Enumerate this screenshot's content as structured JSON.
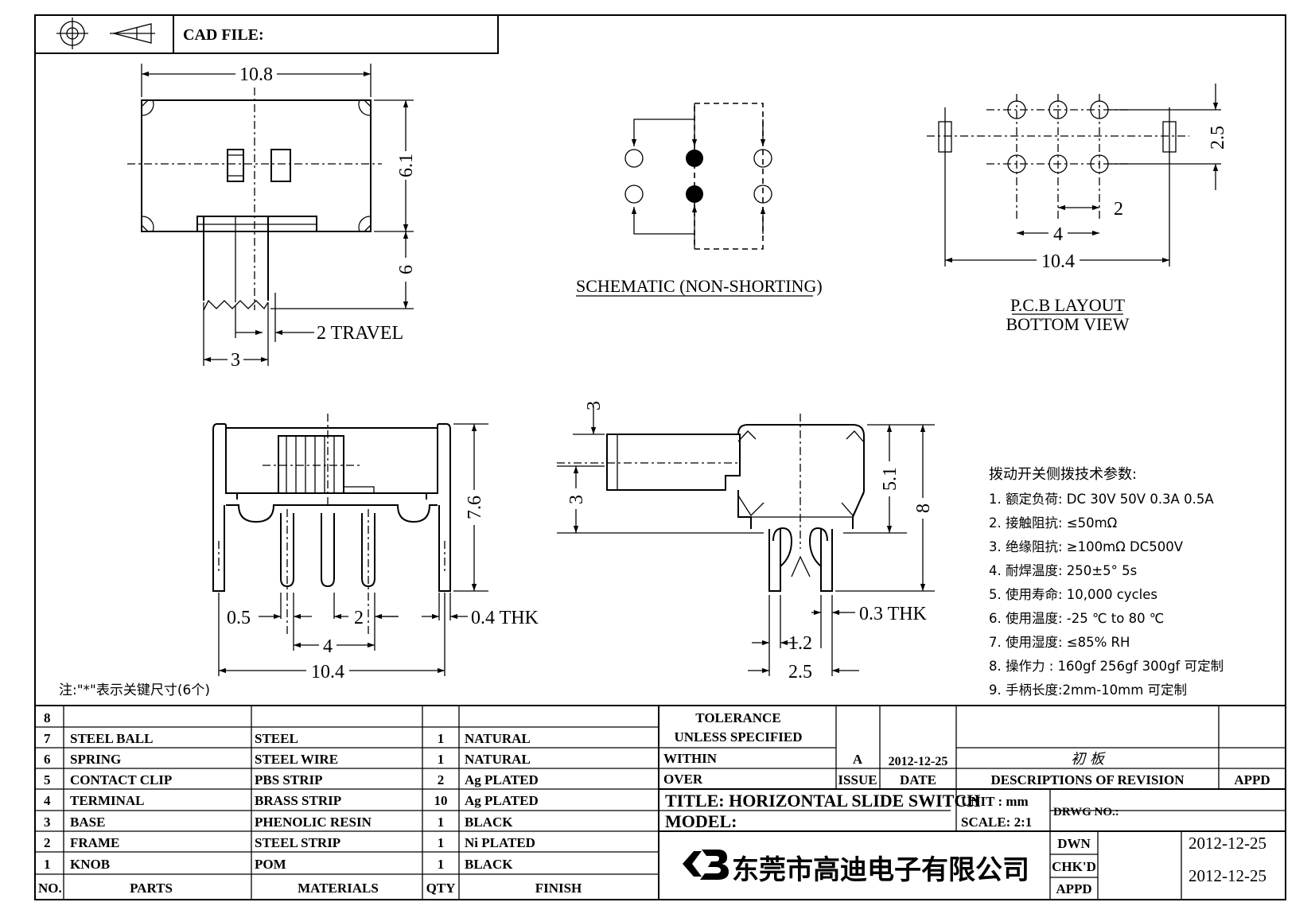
{
  "header": {
    "cad_file_label": "CAD FILE:"
  },
  "top_view": {
    "width_label": "10.8",
    "height_label": "6.1",
    "knob_length_label": "6",
    "travel_label": "2 TRAVEL",
    "knob_width_label": "3"
  },
  "schematic": {
    "caption": "SCHEMATIC (NON-SHORTING)"
  },
  "pcb_layout": {
    "pitch_v_label": "2.5",
    "pitch_h_label": "2",
    "span_label": "4",
    "total_label": "10.4",
    "caption_line1": "P.C.B LAYOUT",
    "caption_line2": "BOTTOM VIEW"
  },
  "front_view": {
    "height_label": "7.6",
    "pin_label": "0.5",
    "pitch_label": "2",
    "span_label": "4",
    "thk_label": "0.4 THK",
    "total_label": "10.4"
  },
  "side_view": {
    "top_label": "3",
    "knob_label": "3",
    "body_label": "5.1",
    "total_label": "8",
    "thk_label": "0.3 THK",
    "pin_label": "1.2",
    "width_label": "2.5"
  },
  "note": "注:\"*\"表示关键尺寸(6个)",
  "specs": {
    "title": "拨动开关侧拨技术参数:",
    "items": [
      "1.  额定负荷: DC 30V    50V    0.3A    0.5A",
      "2.  接触阻抗: ≤50mΩ",
      "3.  绝缘阻抗: ≥100mΩ  DC500V",
      "4.  耐焊温度: 250±5°  5s",
      "5.  使用寿命: 10,000 cycles",
      "6.  使用温度: -25 ℃  to 80 ℃",
      "7.  使用湿度: ≤85% RH",
      "8.  操作力 : 160gf    256gf    300gf  可定制",
      "9.  手柄长度:2mm-10mm  可定制"
    ]
  },
  "bom": {
    "headers": {
      "no": "NO.",
      "parts": "PARTS",
      "materials": "MATERIALS",
      "qty": "QTY",
      "finish": "FINISH"
    },
    "rows": [
      {
        "no": "8",
        "part": "",
        "material": "",
        "qty": "",
        "finish": ""
      },
      {
        "no": "7",
        "part": "STEEL BALL",
        "material": "STEEL",
        "qty": "1",
        "finish": "NATURAL"
      },
      {
        "no": "6",
        "part": "SPRING",
        "material": "STEEL WIRE",
        "qty": "1",
        "finish": "NATURAL"
      },
      {
        "no": "5",
        "part": "CONTACT CLIP",
        "material": "PBS STRIP",
        "qty": "2",
        "finish": "Ag PLATED"
      },
      {
        "no": "4",
        "part": "TERMINAL",
        "material": "BRASS STRIP",
        "qty": "10",
        "finish": "Ag PLATED"
      },
      {
        "no": "3",
        "part": "BASE",
        "material": "PHENOLIC RESIN",
        "qty": "1",
        "finish": "BLACK"
      },
      {
        "no": "2",
        "part": "FRAME",
        "material": "STEEL STRIP",
        "qty": "1",
        "finish": "Ni PLATED"
      },
      {
        "no": "1",
        "part": "KNOB",
        "material": "POM",
        "qty": "1",
        "finish": "BLACK"
      }
    ]
  },
  "title_block": {
    "tolerance_line1": "TOLERANCE",
    "tolerance_line2": "UNLESS  SPECIFIED",
    "within": "WITHIN",
    "over": "OVER",
    "issue_value": "A",
    "issue_date": "2012-12-25",
    "issue_label": "ISSUE",
    "date_label": "DATE",
    "revision_note": "初 板",
    "descriptions_label": "DESCRIPTIONS OF REVISION",
    "appd_label": "APPD",
    "title": "TITLE: HORIZONTAL SLIDE SWITCH",
    "unit": "UNIT : mm",
    "drwg_no": "DRWG NO.:",
    "model": "MODEL:",
    "scale": "SCALE: 2:1",
    "dwn_label": "DWN",
    "dwn_date": "2012-12-25",
    "chkd_label": "CHK'D",
    "appd_row_label": "APPD",
    "chk_date": "2012-12-25",
    "company": "东莞市高迪电子有限公司"
  }
}
